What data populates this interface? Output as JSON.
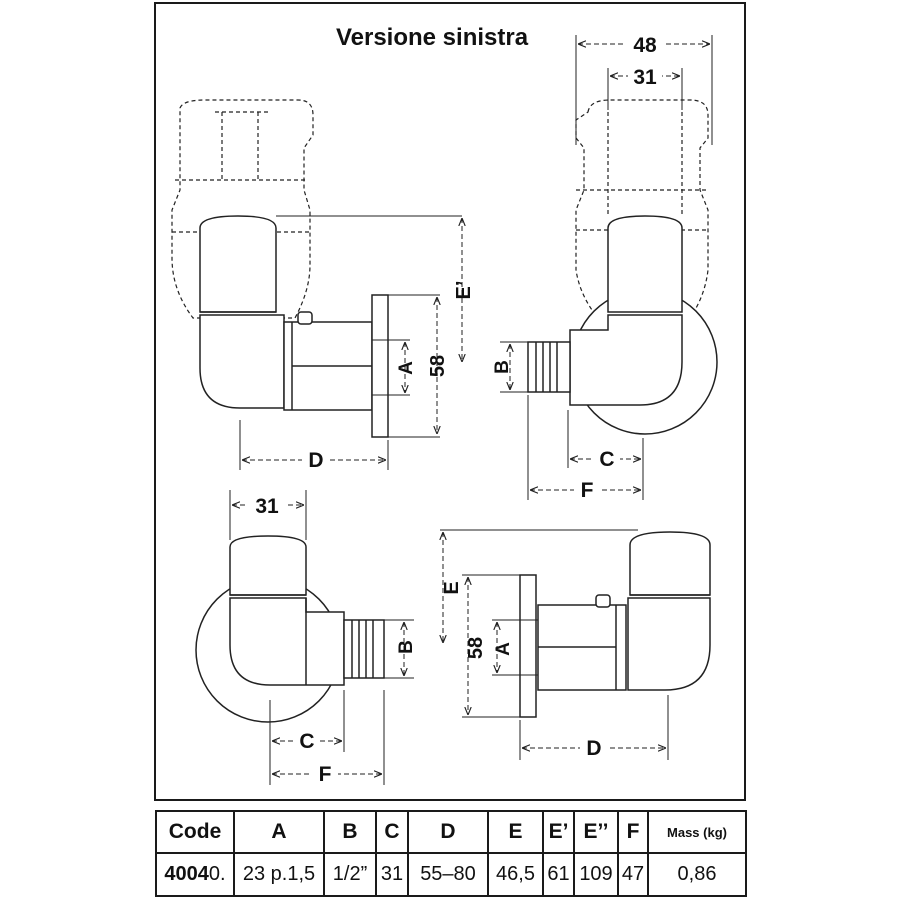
{
  "title": "Versione sinistra",
  "dimensions": {
    "view1": {
      "e_prime": "E’",
      "a": "A",
      "fifty_eight": "58",
      "d": "D"
    },
    "view2": {
      "forty_eight": "48",
      "thirty_one": "31",
      "b": "B",
      "c": "C",
      "f": "F"
    },
    "view3": {
      "thirty_one": "31",
      "b": "B",
      "c": "C",
      "f": "F"
    },
    "view4": {
      "e": "E",
      "fifty_eight": "58",
      "a": "A",
      "d": "D"
    }
  },
  "table": {
    "headers": [
      "Code",
      "A",
      "B",
      "C",
      "D",
      "E",
      "E’",
      "E’’",
      "F",
      "Mass (kg)"
    ],
    "row": {
      "code_main": "4004",
      "code_suffix": "0.",
      "values": [
        "23 p.1,5",
        "1/2”",
        "31",
        "55–80",
        "46,5",
        "61",
        "109",
        "47",
        "0,86"
      ]
    }
  }
}
